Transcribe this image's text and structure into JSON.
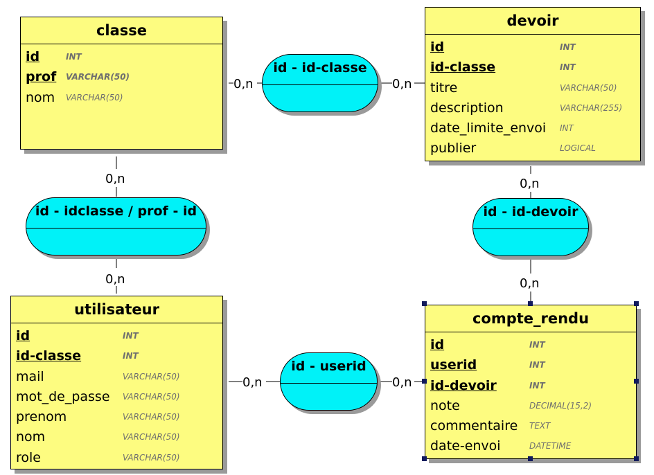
{
  "entities": {
    "classe": {
      "name": "classe",
      "attrs": [
        {
          "name": "id",
          "type": "INT",
          "key": true
        },
        {
          "name": "prof",
          "type": "VARCHAR(50)",
          "key": true
        },
        {
          "name": "nom",
          "type": "VARCHAR(50)",
          "key": false
        }
      ]
    },
    "devoir": {
      "name": "devoir",
      "attrs": [
        {
          "name": "id",
          "type": "INT",
          "key": true
        },
        {
          "name": "id-classe",
          "type": "INT",
          "key": true
        },
        {
          "name": "titre",
          "type": "VARCHAR(50)",
          "key": false
        },
        {
          "name": "description",
          "type": "VARCHAR(255)",
          "key": false
        },
        {
          "name": "date_limite_envoi",
          "type": "INT",
          "key": false
        },
        {
          "name": "publier",
          "type": "LOGICAL",
          "key": false
        }
      ]
    },
    "utilisateur": {
      "name": "utilisateur",
      "attrs": [
        {
          "name": "id",
          "type": "INT",
          "key": true
        },
        {
          "name": "id-classe",
          "type": "INT",
          "key": true
        },
        {
          "name": "mail",
          "type": "VARCHAR(50)",
          "key": false
        },
        {
          "name": "mot_de_passe",
          "type": "VARCHAR(50)",
          "key": false
        },
        {
          "name": "prenom",
          "type": "VARCHAR(50)",
          "key": false
        },
        {
          "name": "nom",
          "type": "VARCHAR(50)",
          "key": false
        },
        {
          "name": "role",
          "type": "VARCHAR(50)",
          "key": false
        }
      ]
    },
    "compte_rendu": {
      "name": "compte_rendu",
      "attrs": [
        {
          "name": "id",
          "type": "INT",
          "key": true
        },
        {
          "name": "userid",
          "type": "INT",
          "key": true
        },
        {
          "name": "id-devoir",
          "type": "INT",
          "key": true
        },
        {
          "name": "note",
          "type": "DECIMAL(15,2)",
          "key": false
        },
        {
          "name": "commentaire",
          "type": "TEXT",
          "key": false
        },
        {
          "name": "date-envoi",
          "type": "DATETIME",
          "key": false
        }
      ]
    }
  },
  "associations": {
    "a_classe": "id - id-classe",
    "a_prof": "id - idclasse / prof - id",
    "a_devoir": "id - id-devoir",
    "a_userid": "id - userid"
  },
  "cardinalities": {
    "classe_left": "0,n",
    "classe_right": "0,n",
    "prof_top": "0,n",
    "prof_bottom": "0,n",
    "devoir_top": "0,n",
    "devoir_bottom": "0,n",
    "userid_left": "0,n",
    "userid_right": "0,n"
  }
}
